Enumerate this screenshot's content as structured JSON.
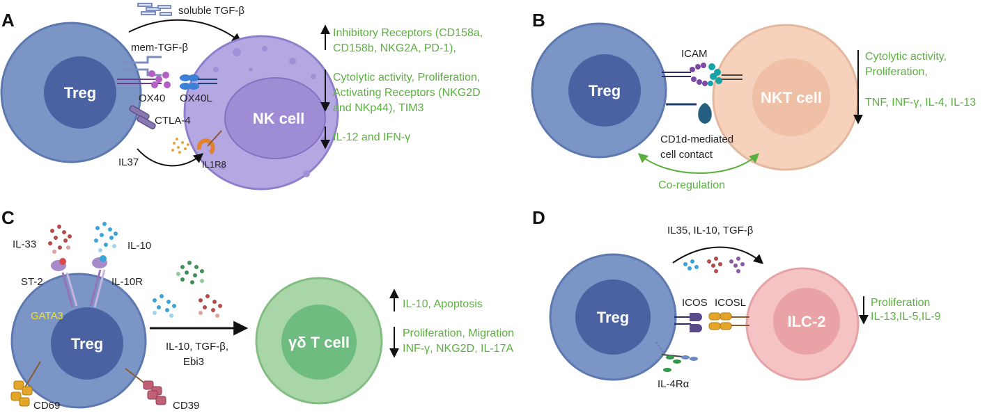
{
  "colors": {
    "treg_outer": "#7b95c7",
    "treg_inner": "#4a62a2",
    "nk_outer": "#b5a8e2",
    "nkt_outer": "#f6d2bd",
    "gdt_outer": "#a9d6a9",
    "ilc2_outer": "#f5c3c4",
    "effect_text": "#5bb13f"
  },
  "panels": {
    "A": {
      "letter": "A",
      "treg": "Treg",
      "target": "NK cell",
      "soluble": "soluble TGF-β",
      "mem_tgf": "mem-TGF-β",
      "ox40": "OX40",
      "ox40l": "OX40L",
      "ctla4": "CTLA-4",
      "il37": "IL37",
      "il1r8": "IL1R8",
      "effects": [
        {
          "direction": "up",
          "lines": [
            "Inhibitory Receptors (CD158a,",
            "CD158b, NKG2A, PD-1),"
          ]
        },
        {
          "direction": "down",
          "lines": [
            "Cytolytic activity, Proliferation,",
            "Activating Receptors (NKG2D",
            "and NKp44), TIM3"
          ]
        },
        {
          "direction": "down",
          "lines": [
            "IL-12 and IFN-γ"
          ]
        }
      ]
    },
    "B": {
      "letter": "B",
      "treg": "Treg",
      "target": "NKT cell",
      "icam": "ICAM",
      "cd1d_line1": "CD1d-mediated",
      "cd1d_line2": "cell contact",
      "coregulation": "Co-regulation",
      "effects": [
        {
          "direction": "down",
          "lines": [
            "Cytolytic activity,",
            "Proliferation,",
            "",
            "TNF, INF-γ, IL-4, IL-13"
          ]
        }
      ]
    },
    "C": {
      "letter": "C",
      "treg": "Treg",
      "target": "γδ T cell",
      "gata3": "GATA3",
      "il33": "IL-33",
      "il10": "IL-10",
      "st2": "ST-2",
      "il10r": "IL-10R",
      "cd69": "CD69",
      "cd39": "CD39",
      "arrow_line1": "IL-10, TGF-β,",
      "arrow_line2": "Ebi3",
      "effects": [
        {
          "direction": "up",
          "lines": [
            "IL-10, Apoptosis"
          ]
        },
        {
          "direction": "down",
          "lines": [
            "Proliferation, Migration",
            "INF-γ, NKG2D, IL-17A"
          ]
        }
      ]
    },
    "D": {
      "letter": "D",
      "treg": "Treg",
      "target": "ILC-2",
      "cytokines": "IL35, IL-10, TGF-β",
      "icos": "ICOS",
      "icosl": "ICOSL",
      "il4ra": "IL-4Rα",
      "effects": [
        {
          "direction": "down",
          "lines": [
            "Proliferation",
            "IL-13,IL-5,IL-9"
          ]
        }
      ]
    }
  }
}
